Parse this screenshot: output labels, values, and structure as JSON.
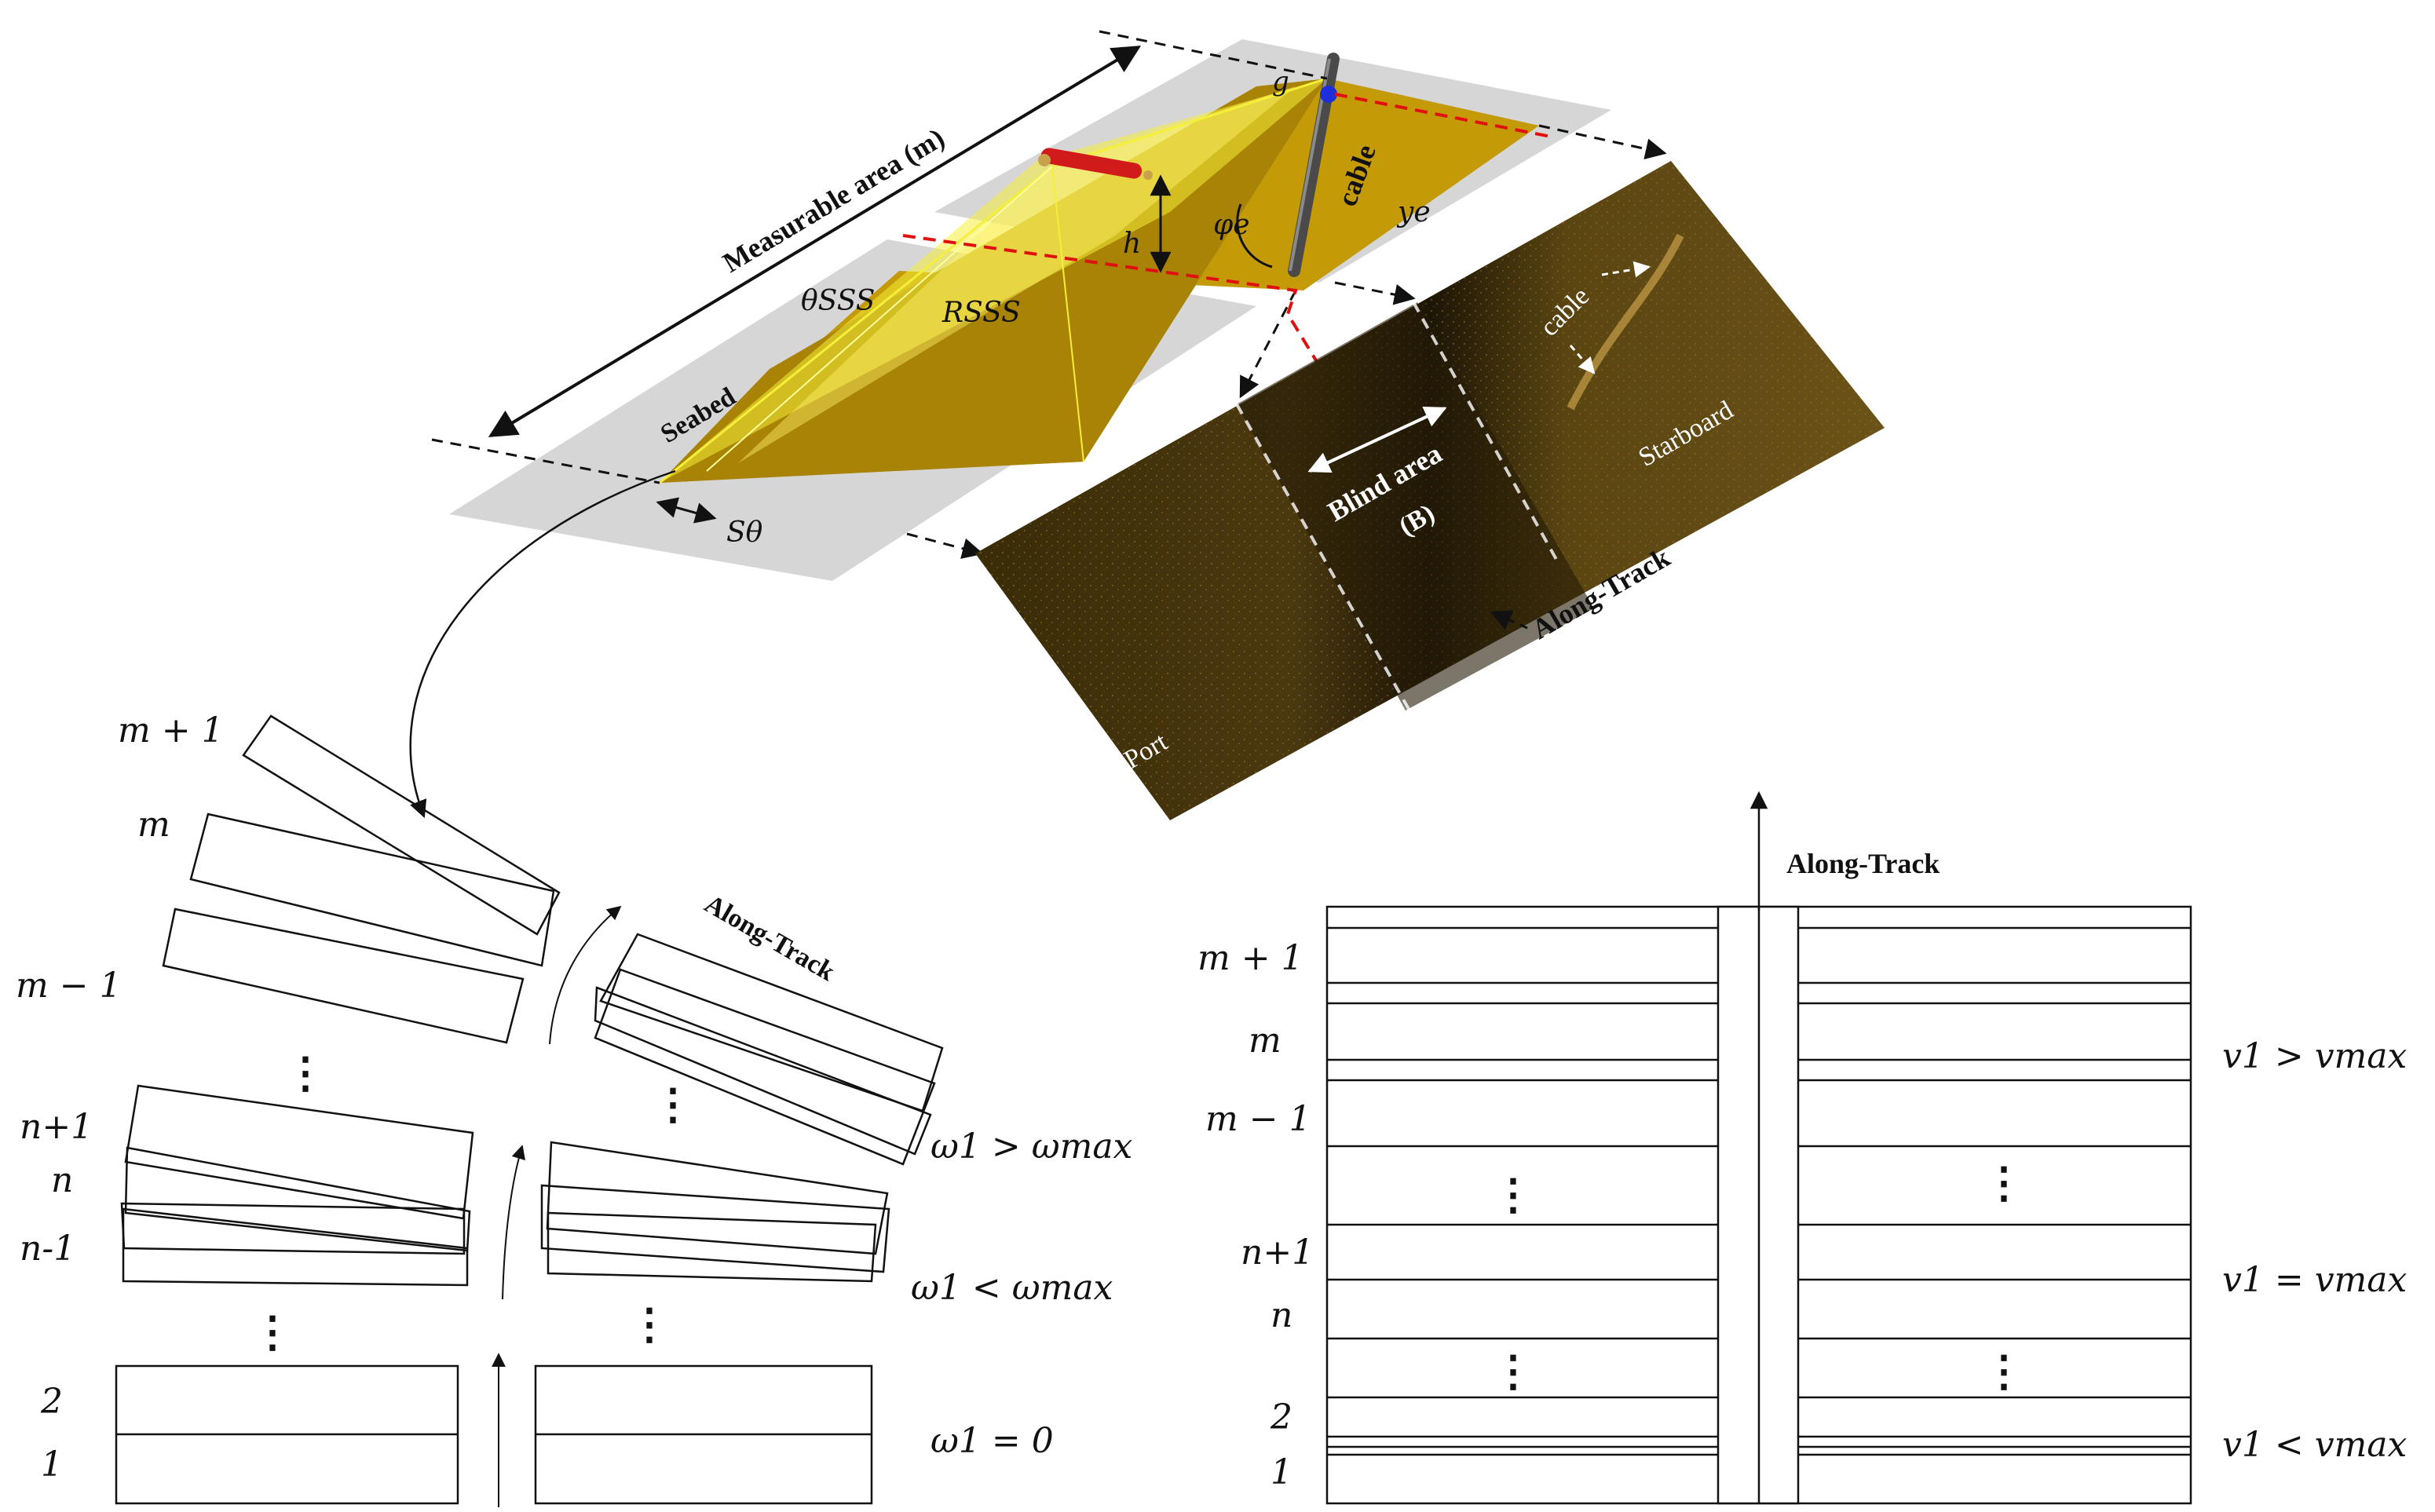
{
  "top": {
    "measurable_area": "Measurable area (m)",
    "cable": "cable",
    "seabed": "Seabed",
    "h": "h",
    "g": "g",
    "phi_e": "φe",
    "y_e": "ye",
    "theta_sss": "θSSS",
    "r_sss": "RSSS",
    "s_theta": "Sθ",
    "sonar_cable": "cable",
    "blind_area": "Blind area",
    "blind_symbol": "(B)",
    "starboard": "Starboard",
    "port": "Port",
    "along_track": "Along-Track"
  },
  "left": {
    "along_track": "Along-Track",
    "labels": {
      "m_plus_1": "m + 1",
      "m": "m",
      "m_minus_1": "m − 1",
      "n_plus_1": "n+1",
      "n": "n",
      "n_minus_1": "n-1",
      "two": "2",
      "one": "1"
    },
    "conditions": {
      "gt": "ω1 > ωmax",
      "lt": "ω1 < ωmax",
      "zero": "ω1 = 0"
    },
    "dots": "⋮"
  },
  "right": {
    "along_track": "Along-Track",
    "labels": {
      "m_plus_1": "m + 1",
      "m": "m",
      "m_minus_1": "m − 1",
      "n_plus_1": "n+1",
      "n": "n",
      "two": "2",
      "one": "1"
    },
    "conditions": {
      "gt": "v1 > vmax",
      "eq": "v1 = vmax",
      "lt": "v1 < vmax"
    },
    "dots": "⋮"
  },
  "colors": {
    "seabed_gold": "#c49a06",
    "beam_yellow": "#f5ef3a",
    "plane_gray": "#cfcfcf",
    "sonar_dark": "#2a2008",
    "red_dash": "#e01010",
    "cable_gray": "#555555"
  }
}
